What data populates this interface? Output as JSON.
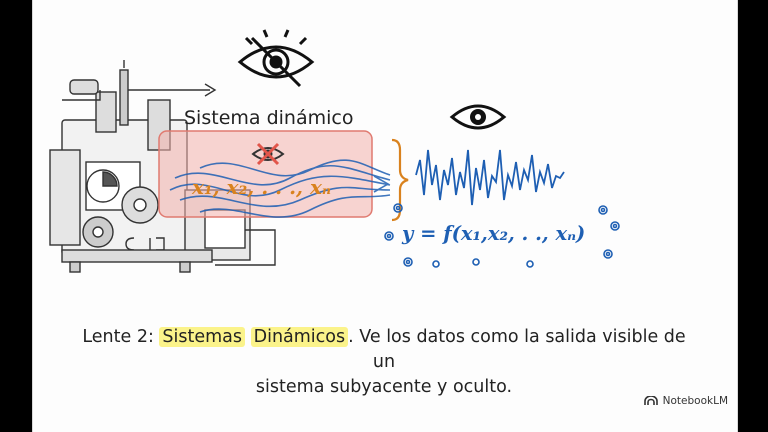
{
  "slide": {
    "system_label": "Sistema dinámico",
    "hidden_state_vars": "x₁, x₂, . . ., xₙ",
    "output_equation": "y = f(x₁,x₂, . ., xₙ)",
    "caption": {
      "prefix": "Lente 2: ",
      "highlight_1": "Sistemas",
      "highlight_2": "Dinámicos",
      "rest_line_1": ". Ve los datos como la salida visible de un",
      "line_2": "sistema subyacente y oculto."
    },
    "brand_name": "NotebookLM",
    "colors": {
      "highlight": "#fbf38a",
      "wave_blue": "#1e5fb3",
      "hidden_box": "#f3b1ab",
      "orange_var": "#d9821e"
    }
  }
}
